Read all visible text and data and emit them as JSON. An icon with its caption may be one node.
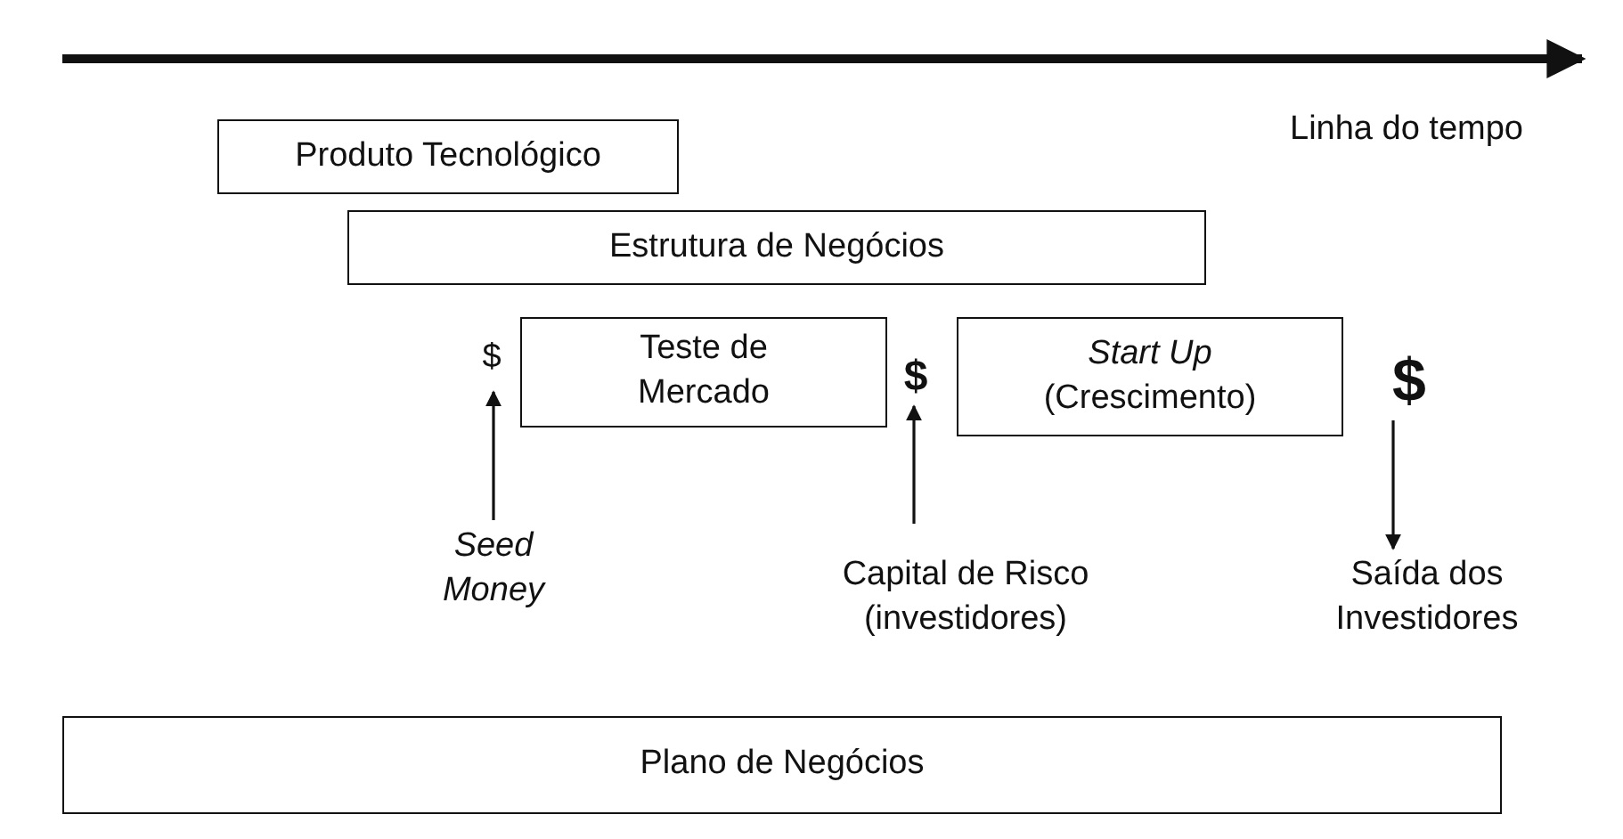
{
  "diagram": {
    "nodes": [
      {
        "text": [
          "Produto Tecnológico"
        ]
      },
      {
        "text": [
          "Estrutura de Negócios"
        ]
      },
      {
        "text": [
          "$"
        ]
      },
      {
        "text": [
          "Teste de Mercado"
        ]
      },
      {
        "text": [
          "$"
        ]
      },
      {
        "text": [
          "*Start Up* (Crescimento)"
        ]
      },
      {
        "text": [
          "$"
        ]
      },
      {
        "text": [
          "Seed Money"
        ]
      },
      {
        "text": [
          "Capital de Risco (investidores)"
        ]
      },
      {
        "text": [
          "Saída dos Investidores"
        ]
      },
      {
        "text": [
          "Plano de Negócios"
        ]
      }
    ],
    "edges": [
      {
        "from": 7,
        "to": 2,
        "arrow": "to"
      },
      {
        "from": 8,
        "to": 4,
        "arrow": "to"
      },
      {
        "from": 6,
        "to": 9,
        "arrow": "to"
      }
    ],
    "labels": [
      "Linha do tempo"
    ]
  }
}
